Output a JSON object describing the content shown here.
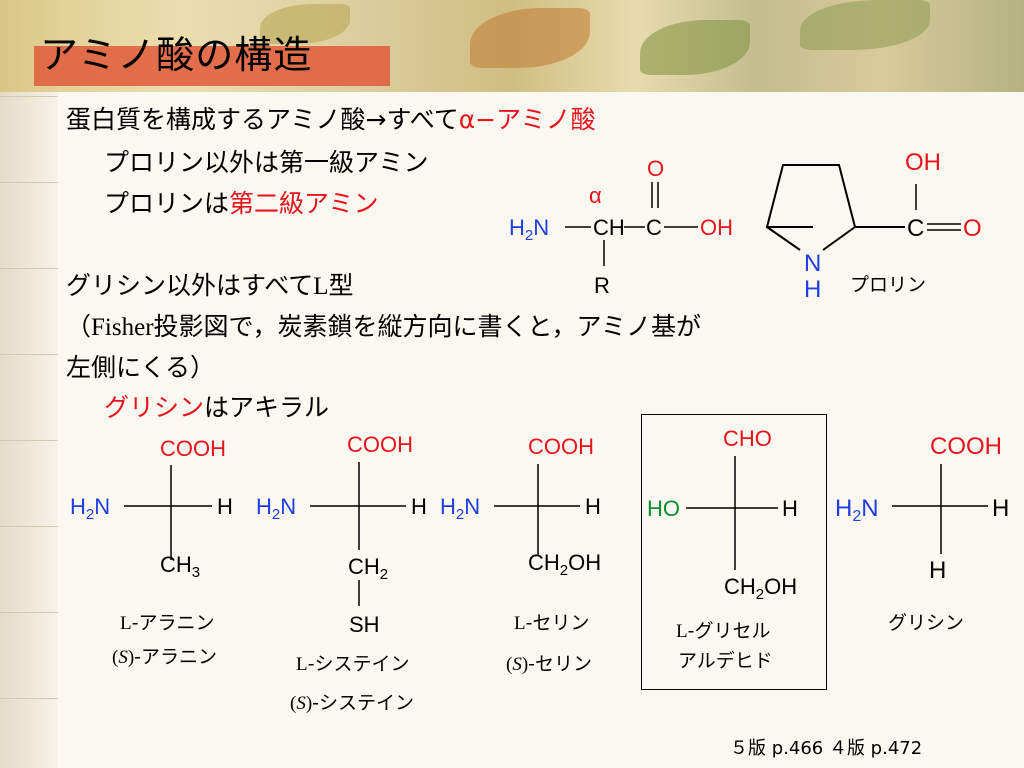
{
  "slide": {
    "title": "アミノ酸の構造",
    "colors": {
      "red": "#e8141d",
      "blue": "#1f3de0",
      "green": "#0a8f2e"
    },
    "lines": {
      "l1_pre": "蛋白質を構成するアミノ酸→すべて",
      "l1_red": "α−アミノ酸",
      "l2": "プロリン以外は第一級アミン",
      "l3_pre": "プロリンは",
      "l3_red": "第二級アミン",
      "l4_pre": "グリシン以外はすべて",
      "l4_L": "L",
      "l4_post": "型",
      "l5_pre": "（",
      "l5_fisher": "Fisher",
      "l5_post": "投影図で，炭素鎖を縦方向に書くと，アミノ基が",
      "l6": "左側にくる）",
      "l7_red": "グリシン",
      "l7_post": "はアキラル"
    },
    "generic": {
      "alpha": "α",
      "o": "O",
      "h2n": "H2N",
      "ch": "CH",
      "c": "C",
      "oh": "OH",
      "r": "R"
    },
    "proline": {
      "oh": "OH",
      "c": "C",
      "o": "O",
      "n": "N",
      "h": "H",
      "label": "プロリン"
    },
    "fischer": {
      "alanine": {
        "top": "COOH",
        "left": "H2N",
        "right": "H",
        "bottom": "CH3",
        "label1_L": "L",
        "label1": "-アラニン",
        "label2_s": "S",
        "label2": "-アラニン"
      },
      "cysteine": {
        "top": "COOH",
        "left": "H2N",
        "right": "H",
        "bottom": "CH2",
        "bottom2": "SH",
        "label1_L": "L",
        "label1": "-システイン",
        "label2_s": "S",
        "label2": "-システイン"
      },
      "serine": {
        "top": "COOH",
        "left": "H2N",
        "right": "H",
        "bottom": "CH2OH",
        "label1_L": "L",
        "label1": "-セリン",
        "label2_s": "S",
        "label2": "-セリン"
      },
      "glyceraldehyde": {
        "top": "CHO",
        "left": "HO",
        "right": "H",
        "bottom": "CH2OH",
        "label1_L": "L",
        "label1": "-グリセル",
        "label2": "アルデヒド"
      },
      "glycine": {
        "top": "COOH",
        "left": "H2N",
        "right": "H",
        "bottom": "H",
        "label": "グリシン"
      }
    },
    "reference": "５版 p.466 ４版 p.472"
  }
}
